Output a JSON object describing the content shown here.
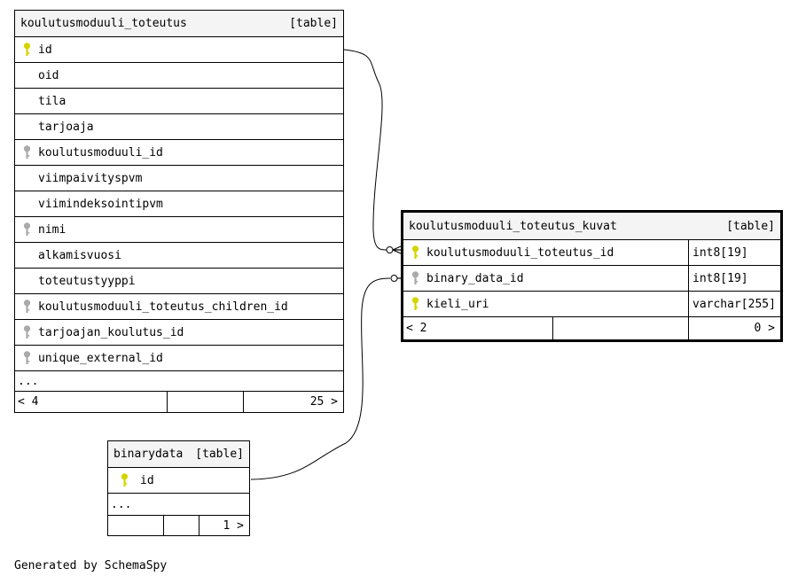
{
  "tables": {
    "left": {
      "name": "koulutusmoduuli_toteutus",
      "kind": "[table]",
      "columns": [
        {
          "name": "id",
          "key": "primary"
        },
        {
          "name": "oid",
          "key": "none"
        },
        {
          "name": "tila",
          "key": "none"
        },
        {
          "name": "tarjoaja",
          "key": "none"
        },
        {
          "name": "koulutusmoduuli_id",
          "key": "foreign"
        },
        {
          "name": "viimpaivityspvm",
          "key": "none"
        },
        {
          "name": "viimindeksointipvm",
          "key": "none"
        },
        {
          "name": "nimi",
          "key": "foreign"
        },
        {
          "name": "alkamisvuosi",
          "key": "none"
        },
        {
          "name": "toteutustyyppi",
          "key": "none"
        },
        {
          "name": "koulutusmoduuli_toteutus_children_id",
          "key": "foreign"
        },
        {
          "name": "tarjoajan_koulutus_id",
          "key": "foreign"
        },
        {
          "name": "unique_external_id",
          "key": "foreign"
        }
      ],
      "more": "...",
      "footer": {
        "left": "< 4",
        "mid": "",
        "right": "25 >"
      }
    },
    "right": {
      "name": "koulutusmoduuli_toteutus_kuvat",
      "kind": "[table]",
      "columns": [
        {
          "name": "koulutusmoduuli_toteutus_id",
          "key": "primary",
          "type": "int8[19]"
        },
        {
          "name": "binary_data_id",
          "key": "foreign",
          "type": "int8[19]"
        },
        {
          "name": "kieli_uri",
          "key": "primary",
          "type": "varchar[255]"
        }
      ],
      "footer": {
        "left": "< 2",
        "mid": "",
        "right": "0 >"
      }
    },
    "binary": {
      "name": "binarydata",
      "kind": "[table]",
      "columns": [
        {
          "name": "id",
          "key": "primary"
        }
      ],
      "more": "...",
      "footer": {
        "left": "",
        "mid": "",
        "right": "1 >"
      }
    }
  },
  "colors": {
    "primary_key": "#d4d400",
    "foreign_key": "#aaaaaa",
    "header_bg": "#f4f4f4"
  },
  "icons": {
    "primary": "key-icon",
    "foreign": "key-icon"
  },
  "footer_text": "Generated by SchemaSpy"
}
